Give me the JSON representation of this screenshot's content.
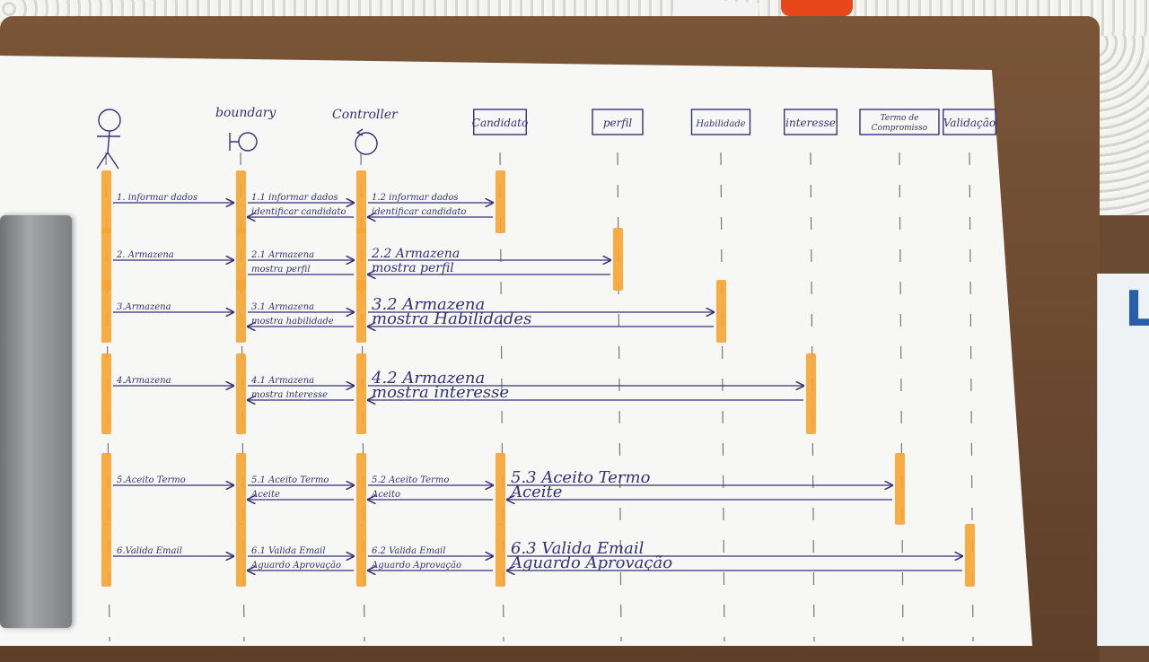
{
  "diagram": {
    "kind": "sequence",
    "colors": {
      "ink": "#34307a",
      "highlight": "#f7a431",
      "paper": "#f7f7f5"
    },
    "lifelines": [
      {
        "id": "actor",
        "label": "",
        "shape": "actor"
      },
      {
        "id": "boundary",
        "label": "boundary",
        "shape": "boundary"
      },
      {
        "id": "controller",
        "label": "Controller",
        "shape": "control"
      },
      {
        "id": "candidato",
        "label": "Candidato",
        "shape": "box"
      },
      {
        "id": "perfil",
        "label": "perfil",
        "shape": "box"
      },
      {
        "id": "habilidade",
        "label": "Habilidade",
        "shape": "box"
      },
      {
        "id": "interesse",
        "label": "interesse",
        "shape": "box"
      },
      {
        "id": "termo",
        "label": "Termo de Compromisso",
        "shape": "box"
      },
      {
        "id": "validacao",
        "label": "Validação",
        "shape": "box"
      }
    ],
    "rows": [
      {
        "activations": [
          "actor",
          "boundary",
          "controller",
          "candidato"
        ],
        "messages": [
          {
            "from": "actor",
            "to": "boundary",
            "label": "1. informar dados",
            "dir": "call"
          },
          {
            "from": "boundary",
            "to": "controller",
            "label": "1.1 informar dados",
            "dir": "call"
          },
          {
            "from": "controller",
            "to": "candidato",
            "label": "1.2 informar dados",
            "dir": "call"
          },
          {
            "from": "controller",
            "to": "boundary",
            "label": "identificar candidato",
            "dir": "return"
          },
          {
            "from": "candidato",
            "to": "controller",
            "label": "identificar candidato",
            "dir": "return"
          }
        ]
      },
      {
        "activations": [
          "actor",
          "boundary",
          "controller",
          "perfil"
        ],
        "messages": [
          {
            "from": "actor",
            "to": "boundary",
            "label": "2. Armazena",
            "dir": "call"
          },
          {
            "from": "boundary",
            "to": "controller",
            "label": "2.1 Armazena",
            "dir": "call"
          },
          {
            "from": "controller",
            "to": "perfil",
            "label": "2.2 Armazena",
            "dir": "call"
          },
          {
            "from": "boundary",
            "to": "controller",
            "label": "mostra perfil",
            "dir": "plain"
          },
          {
            "from": "perfil",
            "to": "controller",
            "label": "mostra perfil",
            "dir": "return"
          }
        ]
      },
      {
        "activations": [
          "actor",
          "boundary",
          "controller",
          "habilidade"
        ],
        "messages": [
          {
            "from": "actor",
            "to": "boundary",
            "label": "3.Armazena",
            "dir": "call"
          },
          {
            "from": "boundary",
            "to": "controller",
            "label": "3.1 Armazena",
            "dir": "call"
          },
          {
            "from": "controller",
            "to": "habilidade",
            "label": "3.2 Armazena",
            "dir": "call"
          },
          {
            "from": "controller",
            "to": "boundary",
            "label": "mostra habilidade",
            "dir": "return"
          },
          {
            "from": "habilidade",
            "to": "controller",
            "label": "mostra Habilidades",
            "dir": "return"
          }
        ]
      },
      {
        "activations": [
          "actor",
          "boundary",
          "controller",
          "interesse"
        ],
        "messages": [
          {
            "from": "actor",
            "to": "boundary",
            "label": "4.Armazena",
            "dir": "call"
          },
          {
            "from": "boundary",
            "to": "controller",
            "label": "4.1 Armazena",
            "dir": "call"
          },
          {
            "from": "controller",
            "to": "interesse",
            "label": "4.2 Armazena",
            "dir": "call"
          },
          {
            "from": "controller",
            "to": "boundary",
            "label": "mostra interesse",
            "dir": "return"
          },
          {
            "from": "interesse",
            "to": "controller",
            "label": "mostra interesse",
            "dir": "return"
          }
        ]
      },
      {
        "activations": [
          "actor",
          "boundary",
          "controller",
          "candidato",
          "termo"
        ],
        "messages": [
          {
            "from": "actor",
            "to": "boundary",
            "label": "5.Aceito Termo",
            "dir": "call"
          },
          {
            "from": "boundary",
            "to": "controller",
            "label": "5.1 Aceito Termo",
            "dir": "call"
          },
          {
            "from": "controller",
            "to": "candidato",
            "label": "5.2 Aceito Termo",
            "dir": "call"
          },
          {
            "from": "candidato",
            "to": "termo",
            "label": "5.3 Aceito Termo",
            "dir": "call"
          },
          {
            "from": "controller",
            "to": "boundary",
            "label": "Aceite",
            "dir": "return"
          },
          {
            "from": "candidato",
            "to": "controller",
            "label": "Aceito",
            "dir": "return"
          },
          {
            "from": "termo",
            "to": "candidato",
            "label": "Aceite",
            "dir": "return"
          }
        ]
      },
      {
        "activations": [
          "actor",
          "boundary",
          "controller",
          "candidato",
          "validacao"
        ],
        "messages": [
          {
            "from": "actor",
            "to": "boundary",
            "label": "6.Valida Email",
            "dir": "call"
          },
          {
            "from": "boundary",
            "to": "controller",
            "label": "6.1 Valida Email",
            "dir": "call"
          },
          {
            "from": "controller",
            "to": "candidato",
            "label": "6.2 Valida Email",
            "dir": "call"
          },
          {
            "from": "candidato",
            "to": "validacao",
            "label": "6.3 Valida Email",
            "dir": "call"
          },
          {
            "from": "controller",
            "to": "boundary",
            "label": "Aguardo Aprovação",
            "dir": "return"
          },
          {
            "from": "candidato",
            "to": "controller",
            "label": "Aguardo Aprovação",
            "dir": "return"
          },
          {
            "from": "validacao",
            "to": "candidato",
            "label": "Aguardo Aprovação",
            "dir": "return"
          }
        ]
      }
    ]
  }
}
